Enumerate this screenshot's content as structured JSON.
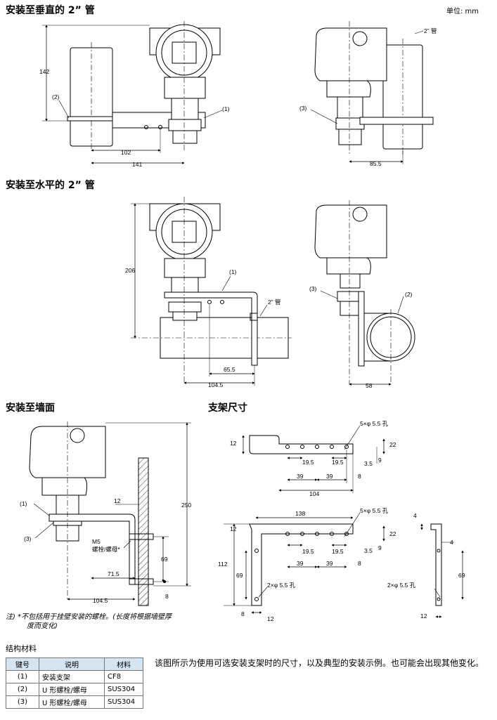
{
  "unit": "单位: mm",
  "sections": {
    "vertical_pipe": "安装至垂直的 2” 管",
    "horizontal_pipe": "安装至水平的 2” 管",
    "wall": "安装至墙面",
    "bracket": "支架尺寸"
  },
  "dims": {
    "d142": "142",
    "d102": "102",
    "d141": "141",
    "d85_5": "85.5",
    "d206": "206",
    "d65_5": "65.5",
    "d104_5": "104.5",
    "d58": "58",
    "d12": "12",
    "d250": "250",
    "d69": "69",
    "d71_5": "71.5",
    "d8": "8",
    "d22": "22",
    "d19_5": "19.5",
    "d3_5": "3.5",
    "d9": "9",
    "d39": "39",
    "d104": "104",
    "d138": "138",
    "d112": "112",
    "d4": "4"
  },
  "labels": {
    "c1": "(1)",
    "c2": "(2)",
    "c3": "(3)",
    "pipe2": "2” 管",
    "m5": "M5",
    "bolt_nut": "螺栓/螺母*",
    "hole5": "5×φ 5.5 孔",
    "hole2": "2×φ 5.5 孔"
  },
  "note": {
    "line1": "注) *不包括用于挂壁安装的螺栓。(长度将根据墙壁厚",
    "line2": "度而变化)"
  },
  "materials": {
    "title": "结构材料",
    "headers": [
      "键号",
      "说明",
      "材料"
    ],
    "rows": [
      [
        "(1)",
        "安装支架",
        "CF8"
      ],
      [
        "(2)",
        "U 形螺栓/螺母",
        "SUS304"
      ],
      [
        "(3)",
        "U 形螺栓/螺母",
        "SUS304"
      ]
    ]
  },
  "description": "该图所示为使用可选安装支架时的尺寸，以及典型的安装示例。也可能会出现其他变化。"
}
